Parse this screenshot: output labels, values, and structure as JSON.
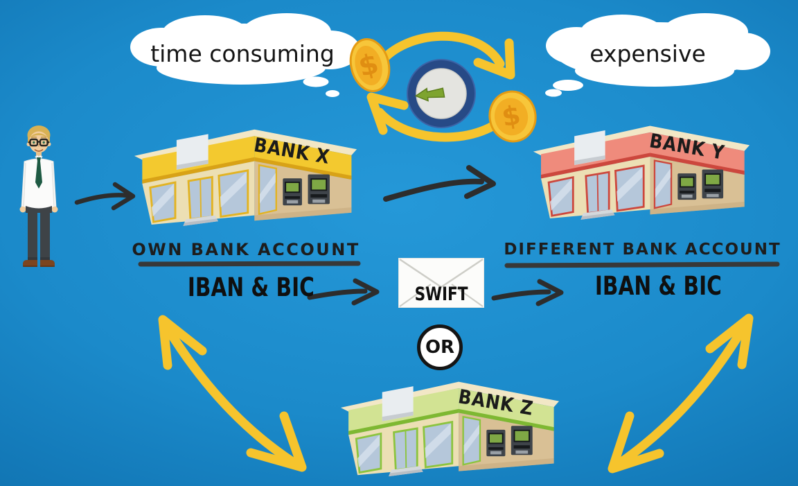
{
  "illustration": {
    "thought_bubbles": {
      "left": "time consuming",
      "right": "expensive"
    },
    "banks": [
      {
        "id": "bank-x",
        "sign": "BANK X",
        "accent": "#f3c92f"
      },
      {
        "id": "bank-y",
        "sign": "BANK Y",
        "accent": "#ef8b7c"
      },
      {
        "id": "bank-z",
        "sign": "BANK Z",
        "accent": "#d2e393"
      }
    ],
    "captions": {
      "own_account": "OWN BANK ACCOUNT",
      "different_account": "DIFFERENT BANK ACCOUNT",
      "iban_bic_sender": "IBAN & BIC",
      "iban_bic_receiver": "IBAN & BIC",
      "swift": "SWIFT",
      "or": "OR"
    },
    "coins": {
      "symbol": "$"
    },
    "icons": {
      "clock": "clock-icon",
      "coin": "dollar-coin-icon",
      "envelope": "swift-envelope-icon",
      "person": "bank-customer-icon",
      "cycle_arrows": "money-cycle-arrows-icon",
      "double_arrow": "two-way-arrow-icon",
      "thought_bubble": "thought-bubble-icon"
    },
    "colors": {
      "background": "#1b8aca",
      "yellow": "#f6c42d",
      "black_arrow": "#2d2d2d",
      "clock_ring": "#274a86",
      "clock_face": "#e4e4e0",
      "clock_hand": "#7ea42f",
      "coin_gold": "#f7c63a",
      "cloud_white": "#ffffff"
    }
  }
}
